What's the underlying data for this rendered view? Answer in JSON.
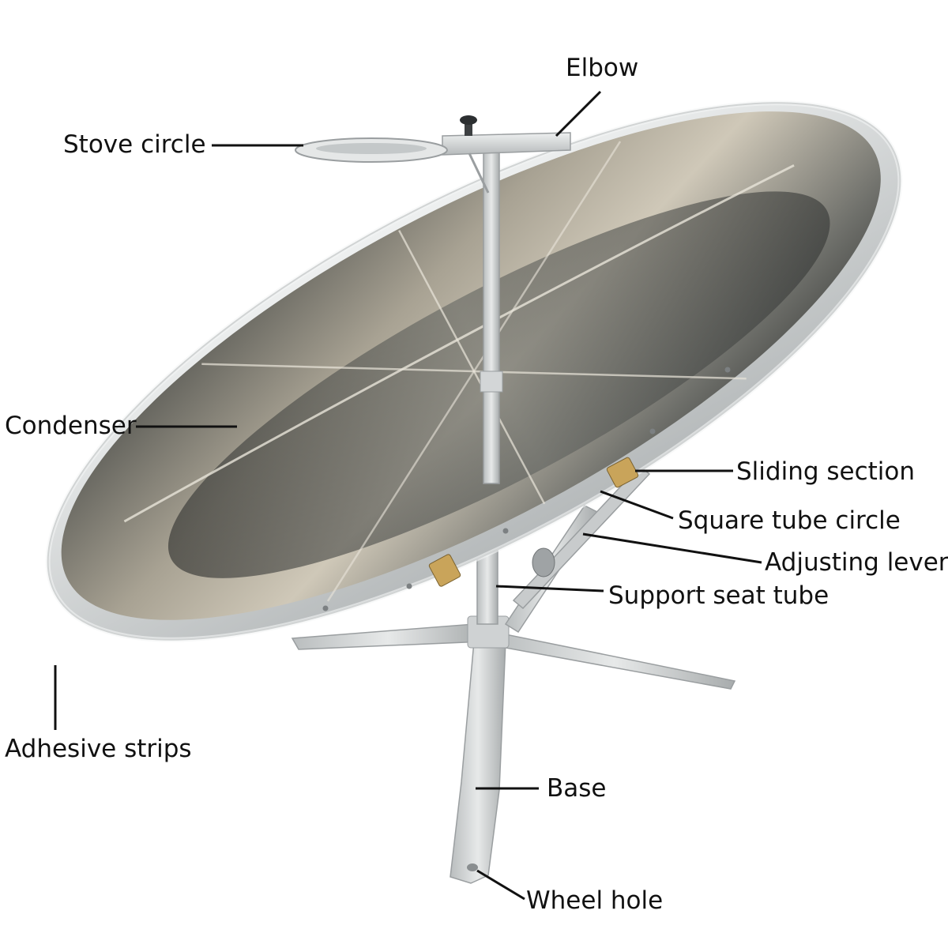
{
  "diagram": {
    "subject": "parabolic solar cooker",
    "colors": {
      "frame": "#d9dcdd",
      "frame_shadow": "#a9adaf",
      "mirror_light": "#c9c2b3",
      "mirror_dark": "#2f3231",
      "label": "#111111"
    },
    "labels": {
      "elbow": "Elbow",
      "stove_circle": "Stove circle",
      "condenser": "Condenser",
      "sliding_section": "Sliding section",
      "square_tube_circle": "Square tube circle",
      "adjusting_lever": "Adjusting lever",
      "support_seat_tube": "Support seat tube",
      "adhesive_strips": "Adhesive strips",
      "base": "Base",
      "wheel_hole": "Wheel hole"
    }
  }
}
